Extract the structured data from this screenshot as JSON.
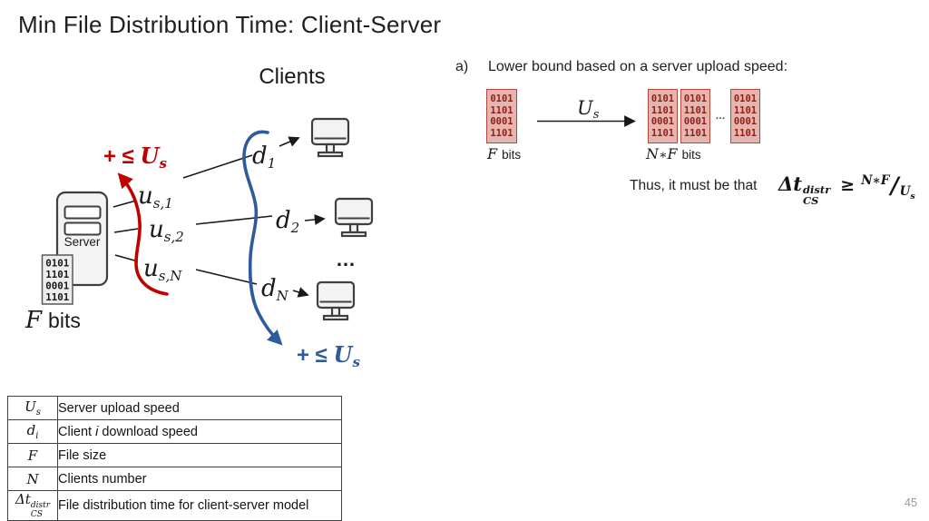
{
  "slide": {
    "title": "Min File Distribution Time: Client-Server",
    "page_number": "45"
  },
  "colors": {
    "accent_red": "#c00000",
    "accent_blue": "#2f5b9d",
    "bit_box_fill": "#e7b5b0",
    "bit_box_border": "#b4473c",
    "bit_box_text": "#8f1f15"
  },
  "left_diagram": {
    "clients_heading": "Clients",
    "server_label": "Server",
    "file_bits": [
      "0101",
      "1101",
      "0001",
      "1101"
    ],
    "f_bits": {
      "sym": "F",
      "unit": "bits"
    },
    "red_constraint": {
      "prefix": "+ ≤ ",
      "sym": "U",
      "sub": "s"
    },
    "blue_constraint": {
      "prefix": "+ ≤ ",
      "sym": "U",
      "sub": "s"
    },
    "upload_links": [
      {
        "base": "u",
        "sub": "s,1"
      },
      {
        "base": "u",
        "sub": "s,2"
      },
      {
        "base": "u",
        "sub": "s,N"
      }
    ],
    "download_links": [
      {
        "base": "d",
        "sub": "1"
      },
      {
        "base": "d",
        "sub": "2"
      },
      {
        "base": "d",
        "sub": "N"
      }
    ],
    "ellipsis": "…"
  },
  "panel_a": {
    "marker": "a)",
    "heading": "Lower bound based on a server upload speed:",
    "file_bits": [
      "0101",
      "1101",
      "0001",
      "1101"
    ],
    "f_bits": {
      "sym": "F",
      "unit": "bits"
    },
    "upload_speed": {
      "sym": "U",
      "sub": "s"
    },
    "ellipsis": "…",
    "nf_bits": {
      "n": "N",
      "op": "∗",
      "f": "F",
      "unit": "bits"
    },
    "conclusion": "Thus, it must be that",
    "formula": {
      "lhs": "Δt",
      "sup": "distr",
      "sub": "CS",
      "rel": "≥",
      "numerator": "N∗F",
      "slash": "/",
      "denominator": "U",
      "den_sub": "s"
    }
  },
  "legend_table": {
    "rows": [
      {
        "sym": "U",
        "sym_sub": "s",
        "sym_sup": "",
        "desc_pre": "Server upload speed",
        "desc_it": "",
        "desc_post": ""
      },
      {
        "sym": "d",
        "sym_sub": "i",
        "sym_sup": "",
        "desc_pre": "Client ",
        "desc_it": "i",
        "desc_post": " download speed"
      },
      {
        "sym": "F",
        "sym_sub": "",
        "sym_sup": "",
        "desc_pre": "File size",
        "desc_it": "",
        "desc_post": ""
      },
      {
        "sym": "N",
        "sym_sub": "",
        "sym_sup": "",
        "desc_pre": "Clients number",
        "desc_it": "",
        "desc_post": ""
      },
      {
        "sym": "Δt",
        "sym_sub": "CS",
        "sym_sup": "distr",
        "desc_pre": "File distribution time for client-server model",
        "desc_it": "",
        "desc_post": ""
      }
    ]
  }
}
